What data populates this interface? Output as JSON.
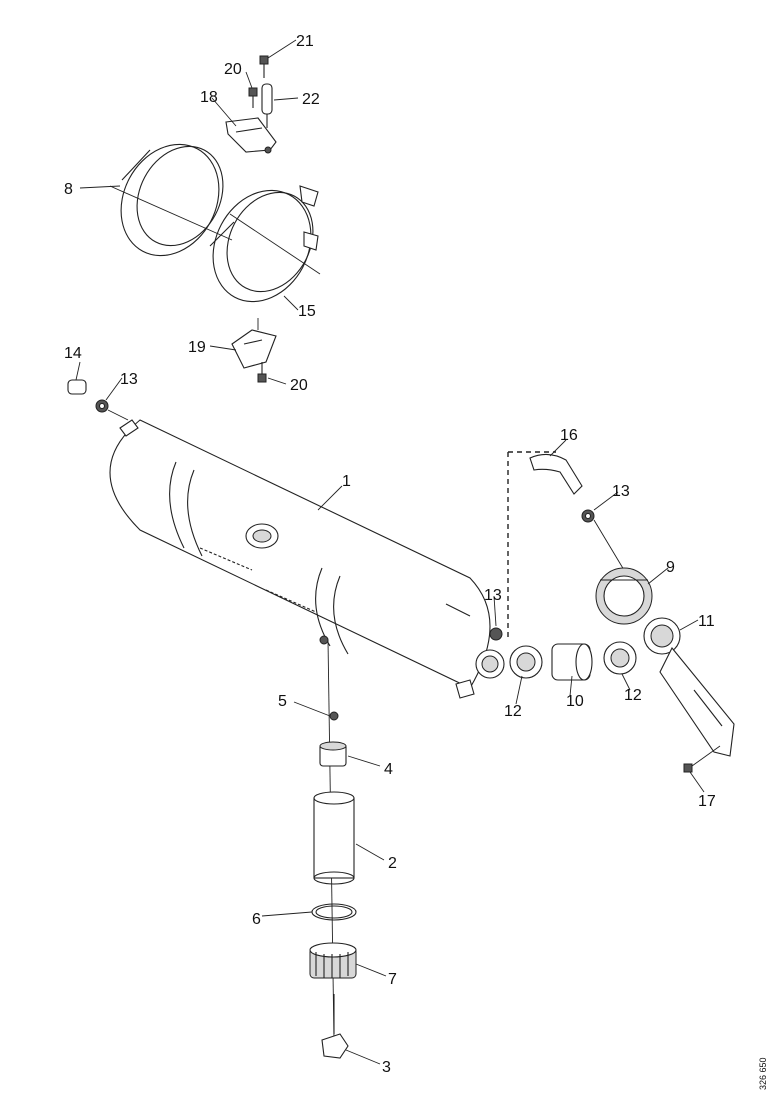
{
  "diagram": {
    "callouts": [
      "1",
      "2",
      "3",
      "4",
      "5",
      "6",
      "7",
      "8",
      "9",
      "10",
      "11",
      "12",
      "12",
      "13",
      "13",
      "13",
      "14",
      "15",
      "16",
      "17",
      "18",
      "19",
      "20",
      "20",
      "21",
      "22"
    ],
    "reference": "326 650"
  }
}
